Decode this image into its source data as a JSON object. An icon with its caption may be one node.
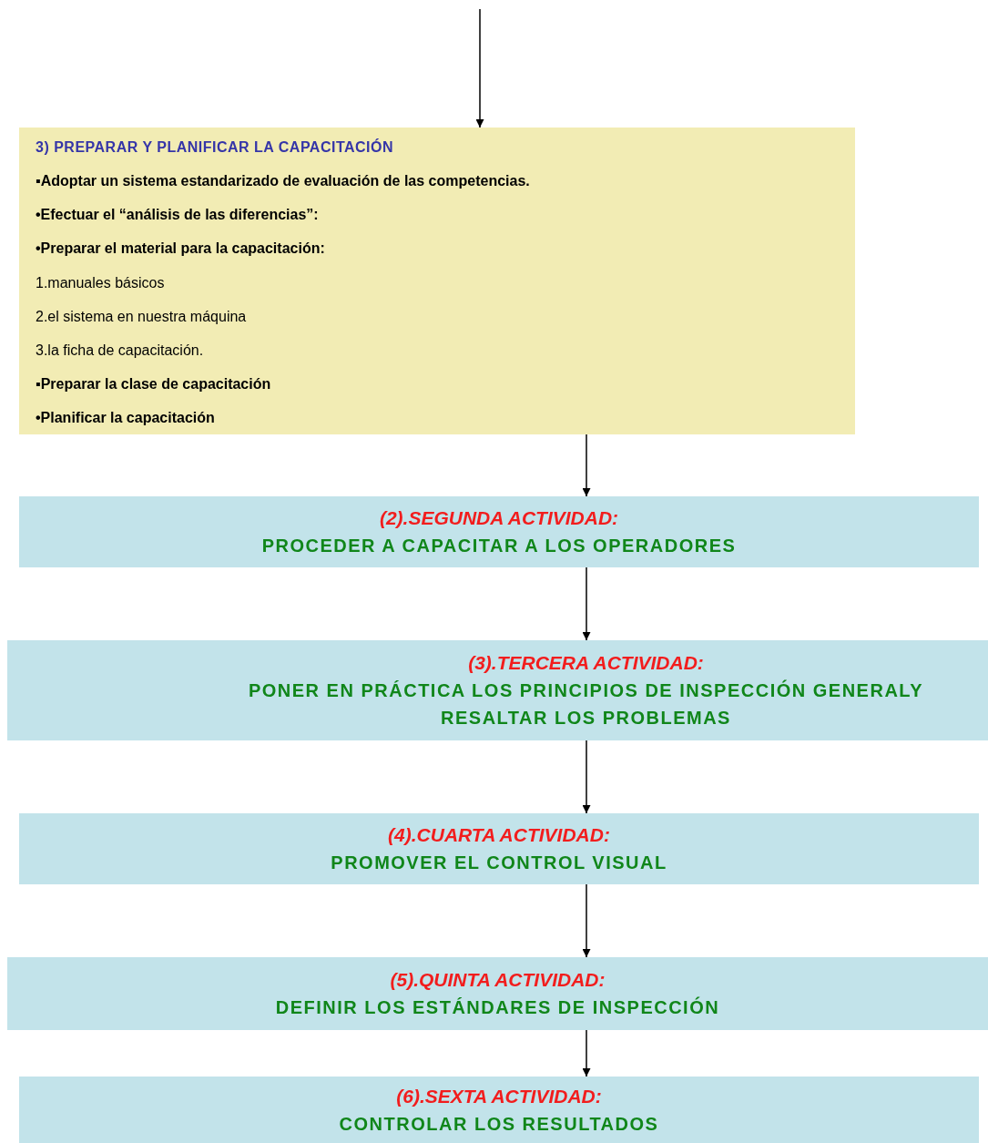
{
  "diagram": {
    "nodes": [
      {
        "text": [
          "3) PREPARAR Y PLANIFICAR LA CAPACITACIÓN",
          "▪Adoptar un sistema estandarizado de evaluación de las competencias.",
          "•Efectuar el “análisis de las diferencias”:",
          "•Preparar el material para la capacitación:",
          "1.manuales básicos",
          "2.el sistema en nuestra máquina",
          "3.la ficha de capacitación.",
          "▪Preparar la clase de capacitación",
          "•Planificar la capacitación"
        ]
      },
      {
        "text": [
          "(2).SEGUNDA ACTIVIDAD:",
          "PROCEDER A CAPACITAR A LOS OPERADORES"
        ]
      },
      {
        "text": [
          "(3).TERCERA ACTIVIDAD:",
          "PONER EN PRÁCTICA LOS PRINCIPIOS DE INSPECCIÓN GENERALY RESALTAR LOS PROBLEMAS"
        ]
      },
      {
        "text": [
          "(4).CUARTA ACTIVIDAD:",
          "PROMOVER EL CONTROL VISUAL"
        ]
      },
      {
        "text": [
          "(5).QUINTA ACTIVIDAD:",
          "DEFINIR LOS ESTÁNDARES DE INSPECCIÓN"
        ]
      },
      {
        "text": [
          "(6).SEXTA ACTIVIDAD:",
          "CONTROLAR LOS RESULTADOS"
        ]
      }
    ],
    "edges": [
      {
        "from": null,
        "to": 0,
        "arrow": "to"
      },
      {
        "from": 0,
        "to": 1,
        "arrow": "to"
      },
      {
        "from": 1,
        "to": 2,
        "arrow": "to"
      },
      {
        "from": 2,
        "to": 3,
        "arrow": "to"
      },
      {
        "from": 3,
        "to": 4,
        "arrow": "to"
      },
      {
        "from": 4,
        "to": 5,
        "arrow": "to"
      }
    ]
  }
}
